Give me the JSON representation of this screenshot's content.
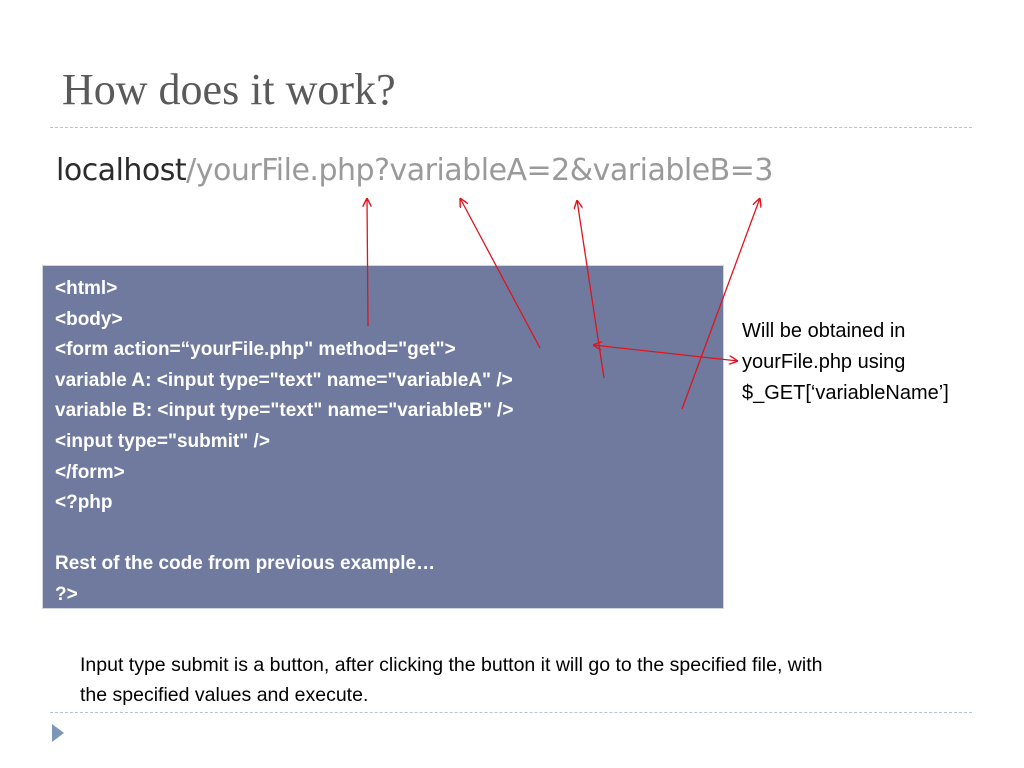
{
  "title": "How does it work?",
  "url": {
    "host": "localhost",
    "rest": "/yourFile.php?variableA=2&variableB=3"
  },
  "code_lines": [
    "<html>",
    "<body>",
    "<form action=“yourFile.php\" method=\"get\">",
    "variable A: <input type=\"text\" name=\"variableA\" />",
    "variable B: <input type=\"text\" name=\"variableB\" />",
    "<input type=\"submit\" />",
    "</form>",
    "<?php",
    "",
    "Rest of the code from previous example…",
    "?>"
  ],
  "side_note": {
    "line1": "Will be obtained in",
    "line2": "yourFile.php using",
    "line3": "$_GET[‘variableName’]"
  },
  "caption": "Input type submit is a button, after clicking the button it will go to the specified file, with the specified values and execute.",
  "colors": {
    "code_background": "#6f7a9e",
    "arrow": "#e0141e",
    "title": "#5a5a5a",
    "bullet": "#7b96ba"
  },
  "icons": {
    "bullet": "triangle-bullet-icon"
  }
}
